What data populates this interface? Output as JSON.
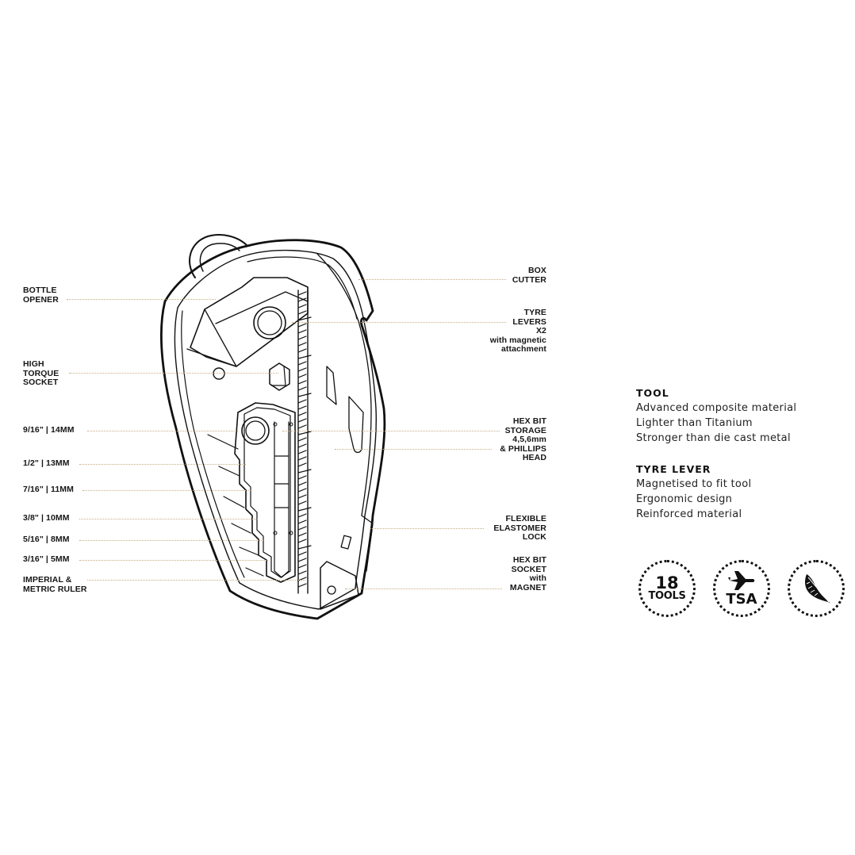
{
  "callouts_left": [
    {
      "id": "bottle-opener",
      "text": "BOTTLE\nOPENER"
    },
    {
      "id": "high-torque-socket",
      "text": "HIGH\nTORQUE\nSOCKET"
    },
    {
      "id": "size-14mm",
      "text": "9/16\" | 14MM"
    },
    {
      "id": "size-13mm",
      "text": "1/2\" | 13MM"
    },
    {
      "id": "size-11mm",
      "text": "7/16\" | 11MM"
    },
    {
      "id": "size-10mm",
      "text": "3/8\" | 10MM"
    },
    {
      "id": "size-8mm",
      "text": "5/16\" | 8MM"
    },
    {
      "id": "size-5mm",
      "text": "3/16\" | 5MM"
    },
    {
      "id": "ruler",
      "text": "IMPERIAL &\nMETRIC RULER"
    }
  ],
  "callouts_right": [
    {
      "id": "box-cutter",
      "text": "BOX\nCUTTER"
    },
    {
      "id": "tyre-levers",
      "text": "TYRE\nLEVERS\nX2\nwith magnetic\nattachment"
    },
    {
      "id": "hex-bit-storage",
      "text": "HEX BIT\nSTORAGE\n4,5,6mm\n& PHILLIPS\nHEAD"
    },
    {
      "id": "elastomer-lock",
      "text": "FLEXIBLE\nELASTOMER\nLOCK"
    },
    {
      "id": "hex-bit-socket",
      "text": "HEX BIT\nSOCKET\nwith\nMAGNET"
    }
  ],
  "specs": {
    "tool": {
      "heading": "TOOL",
      "lines": [
        "Advanced composite material",
        "Lighter than Titanium",
        "Stronger than die cast metal"
      ]
    },
    "tyre_lever": {
      "heading": "TYRE LEVER",
      "lines": [
        "Magnetised to fit tool",
        "Ergonomic design",
        "Reinforced material"
      ]
    }
  },
  "badges": [
    {
      "id": "tools-count",
      "number": "18",
      "label": "TOOLS",
      "icon": null
    },
    {
      "id": "tsa",
      "number": null,
      "label": "TSA",
      "icon": "airplane-icon"
    },
    {
      "id": "lightweight",
      "number": null,
      "label": null,
      "icon": "feather-icon"
    }
  ],
  "colors": {
    "leader_line": "#c9ad86",
    "ink": "#111111",
    "background": "#ffffff"
  }
}
